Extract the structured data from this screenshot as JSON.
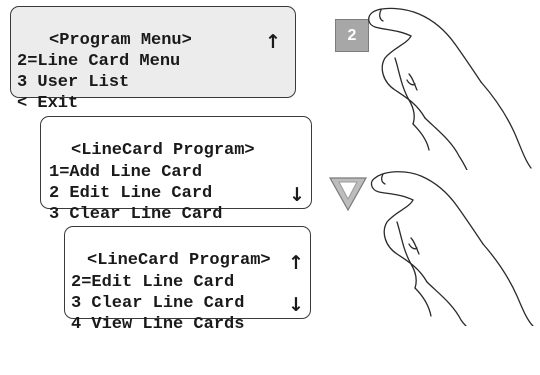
{
  "program_menu": {
    "title": "<Program Menu>",
    "items": [
      "2=Line Card Menu",
      "3 User List",
      "< Exit"
    ],
    "arrow": "↑"
  },
  "linecard_program_a": {
    "title": "<LineCard Program>",
    "items": [
      "1=Add Line Card",
      "2 Edit Line Card",
      "3 Clear Line Card"
    ],
    "arrow": "↓"
  },
  "linecard_program_b": {
    "title": "<LineCard Program>",
    "items": [
      "2=Edit Line Card",
      "3 Clear Line Card",
      "4 View Line Cards"
    ],
    "arrow_up": "↑",
    "arrow_down": "↓"
  },
  "keys": {
    "digit_key": "2",
    "up_key_icon": "triangle-down-key-icon"
  },
  "colors": {
    "lcd_border": "#3a3a3a",
    "lcd_shaded_bg": "#ececec",
    "key_fill": "#a7a7a7"
  }
}
